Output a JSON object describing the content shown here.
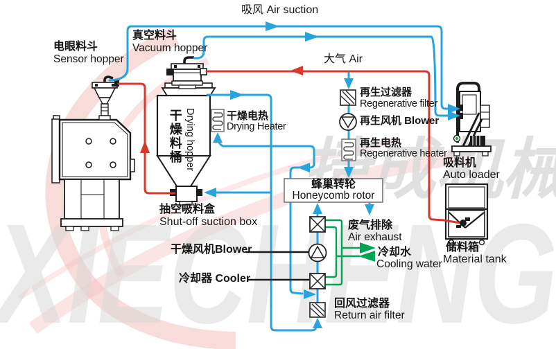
{
  "labels": {
    "air_suction": "吸风  Air suction",
    "vacuum_hopper_zh": "真空料斗",
    "vacuum_hopper_en": "Vacuum hopper",
    "sensor_hopper_zh": "电眼料斗",
    "sensor_hopper_en": "Sensor hopper",
    "atmosphere": "大气  Air",
    "regen_filter_zh": "再生过滤器",
    "regen_filter_en": "Regenerative filter",
    "regen_blower": "再生风机  Blower",
    "regen_heater_zh": "再生电热",
    "regen_heater_en": "Regenerative heater",
    "drying_heater_zh": "干燥电热",
    "drying_heater_en": "Drying Heater",
    "drying_hopper_zh": "干燥料桶",
    "drying_hopper_en": "Drying hopper",
    "honeycomb_zh": "蜂巢转轮",
    "honeycomb_en": "Honeycomb rotor",
    "air_exhaust_zh": "废气排除",
    "air_exhaust_en": "Air exhaust",
    "cooling_water_zh": "冷却水",
    "cooling_water_en": "Cooling water",
    "return_filter_zh": "回风过滤器",
    "return_filter_en": "Return air filter",
    "dry_blower": "干燥风机Blower",
    "cooler": "冷却器  Cooler",
    "shutoff_zh": "抽空吸料盒",
    "shutoff_en": "Shut-off suction box",
    "auto_loader_zh": "吸料机",
    "auto_loader_en": "Auto loader",
    "material_tank_zh": "储料箱",
    "material_tank_en": "Material tank"
  },
  "watermark": {
    "zh": "捷成机械",
    "en": "XIECHENG"
  },
  "colors": {
    "pipe_blue": "#29A3DC",
    "pipe_red": "#D6382E",
    "pipe_green": "#00A551",
    "label_black": "#141414",
    "watermark_gray": "#D9D9D9",
    "watermark_pink": "#F2BFBC"
  }
}
